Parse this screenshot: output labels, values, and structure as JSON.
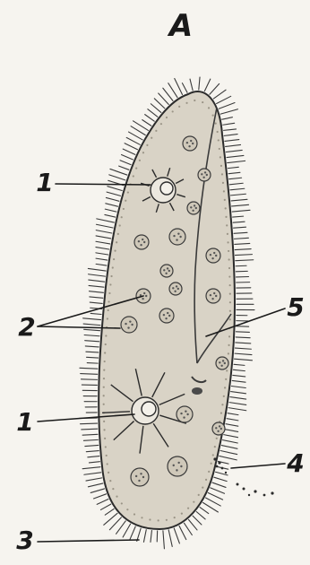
{
  "figure": {
    "title": "A",
    "labels": {
      "contractile_vacuole": "1",
      "food_vacuoles": "2",
      "cilia": "3",
      "anal_pore": "4",
      "oral_groove": "5"
    }
  },
  "colors": {
    "background": "#f6f4ef",
    "cytoplasm": "#d9d3c6",
    "outline": "#2b2b2b",
    "ink": "#1a1a1a"
  }
}
